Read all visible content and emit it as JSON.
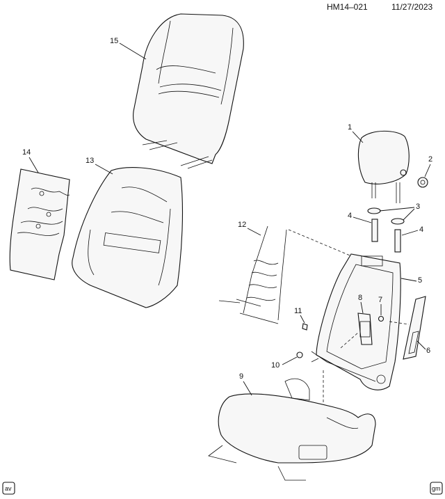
{
  "header": {
    "code": "HM14–021",
    "date": "11/27/2023"
  },
  "callouts": {
    "c1": "1",
    "c2": "2",
    "c3": "3",
    "c4a": "4",
    "c4b": "4",
    "c5": "5",
    "c6": "6",
    "c7": "7",
    "c8": "8",
    "c9": "9",
    "c10": "10",
    "c11": "11",
    "c12": "12",
    "c13": "13",
    "c14": "14",
    "c15": "15"
  },
  "footer": {
    "left_badge": "av",
    "right_badge": "gm"
  },
  "icons": {
    "left": "av-badge-icon",
    "right": "gm-logo-icon"
  }
}
